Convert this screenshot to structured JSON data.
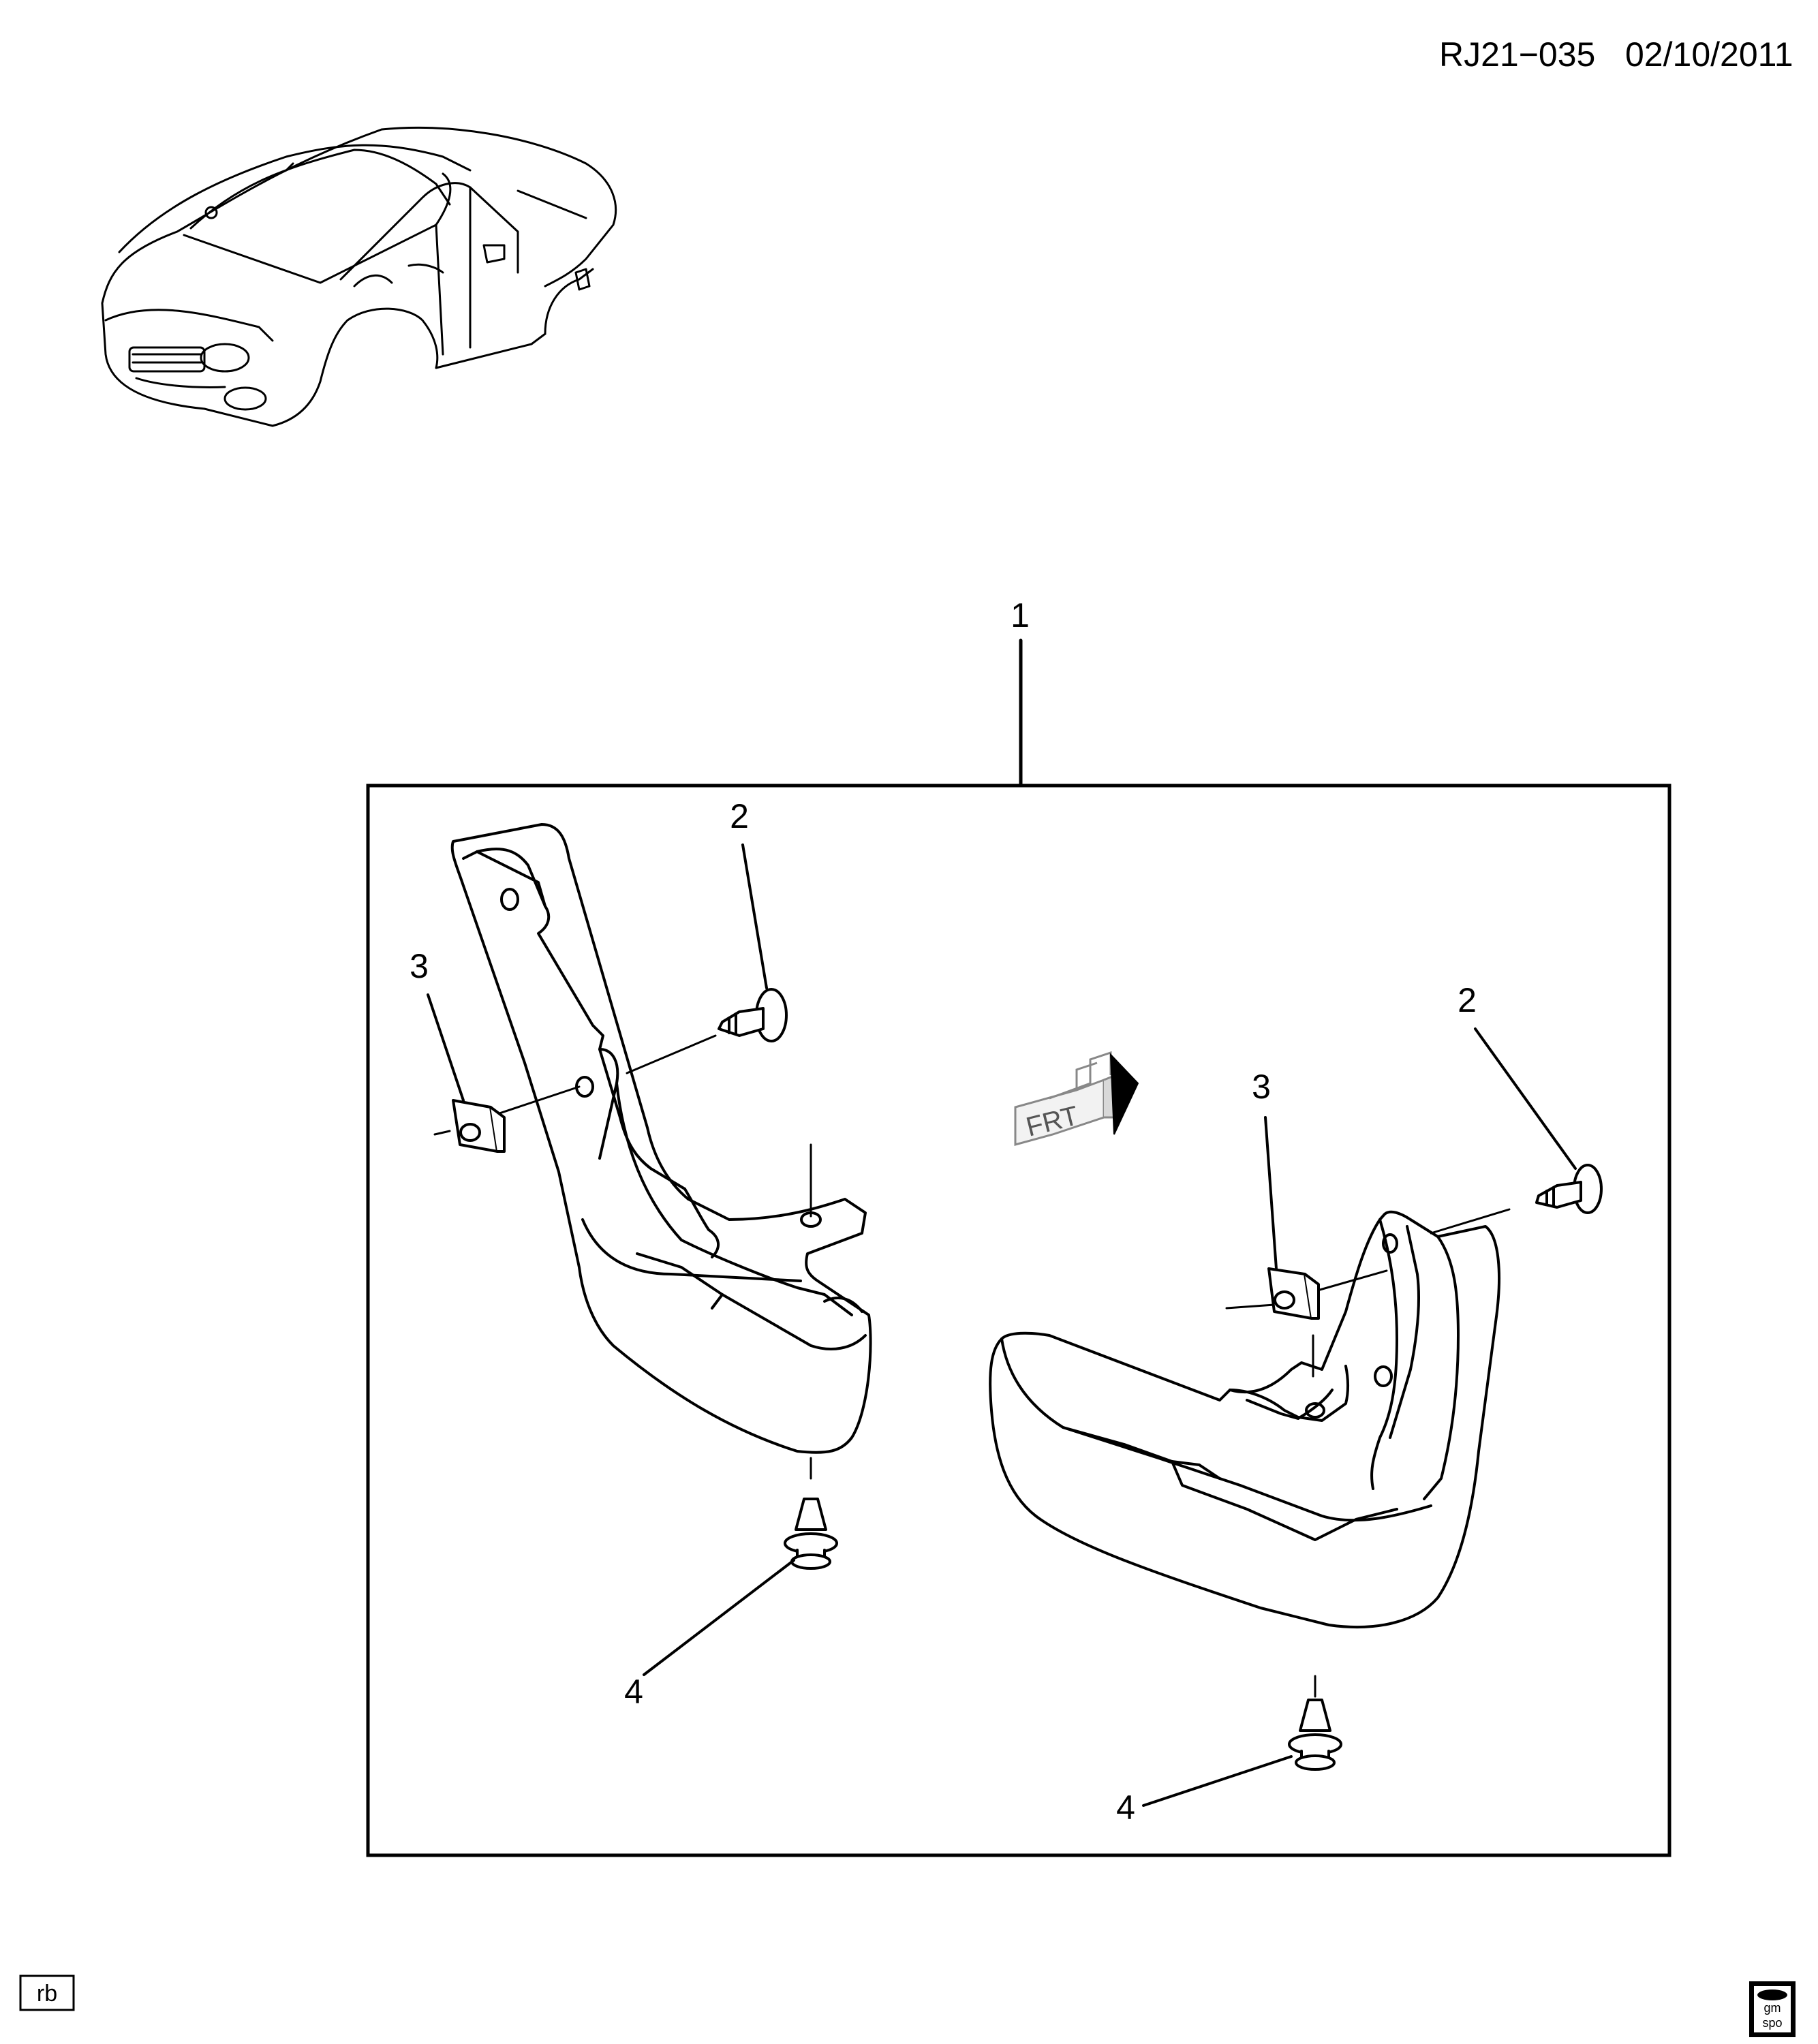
{
  "header": {
    "drawing_id": "RJ21−035",
    "date": "02/10/2011"
  },
  "callouts": {
    "c1": "1",
    "c2a": "2",
    "c2b": "2",
    "c3a": "3",
    "c3b": "3",
    "c4a": "4",
    "c4b": "4"
  },
  "frt_label": "FRT",
  "footer": {
    "illustrator_code": "rb",
    "logo_text_top": "gm",
    "logo_text_bottom": "spo"
  }
}
